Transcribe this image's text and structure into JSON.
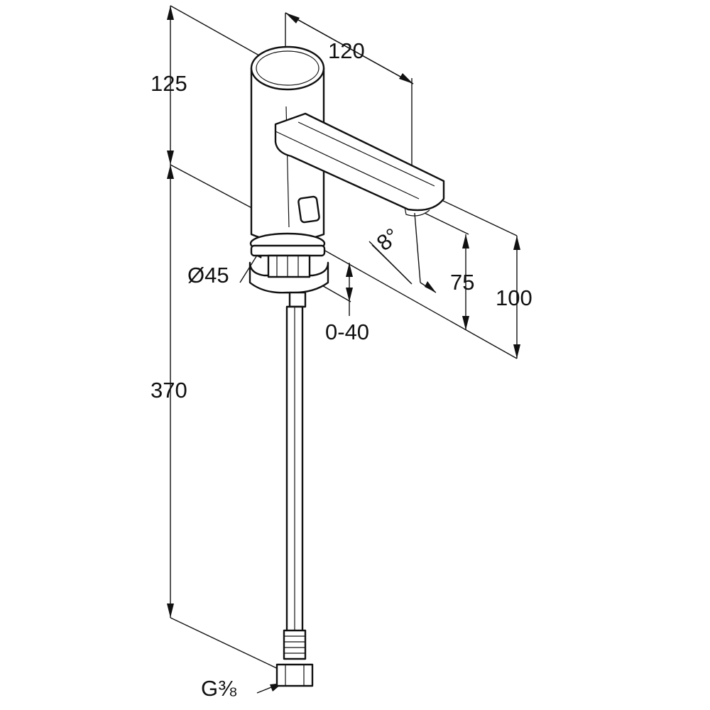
{
  "dimensions": {
    "height_upper": "125",
    "spout_length": "120",
    "diameter": "Ø45",
    "angle": "8°",
    "outlet_height": "75",
    "total_height": "100",
    "adjustment": "0-40",
    "hose_length": "370",
    "thread_main": "G",
    "thread_fraction": "⅜"
  }
}
